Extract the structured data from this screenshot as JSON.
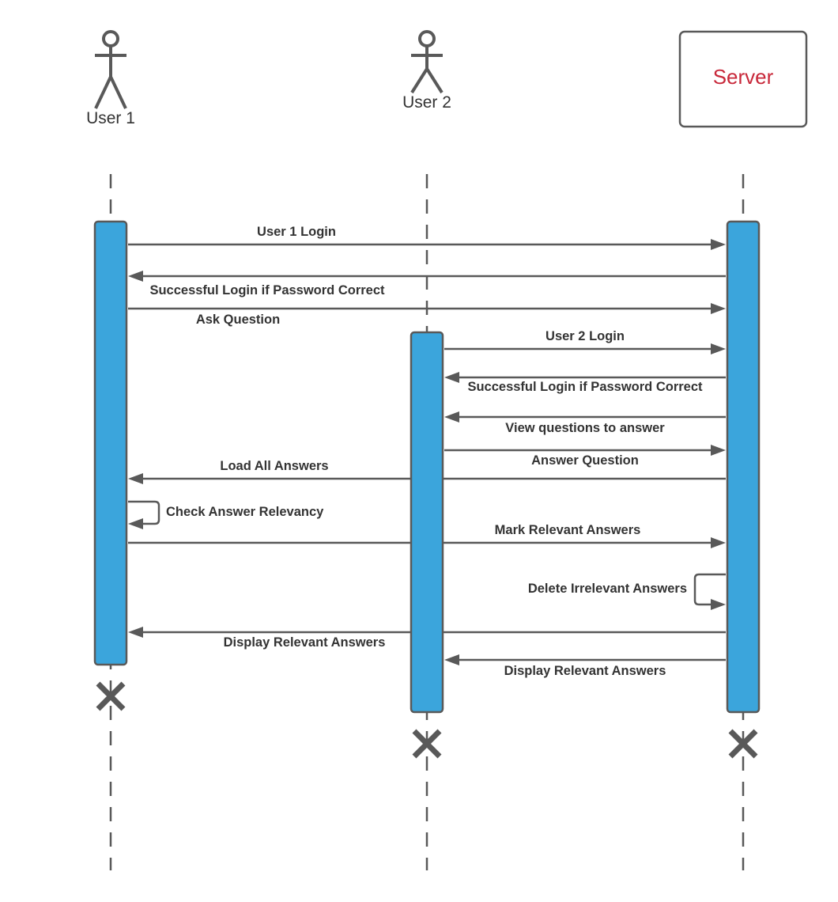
{
  "participants": {
    "user1": {
      "label": "User 1"
    },
    "user2": {
      "label": "User 2"
    },
    "server": {
      "label": "Server"
    }
  },
  "colors": {
    "activation_fill": "#3ba5dc",
    "line": "#595959",
    "server_text": "#c8283a",
    "text": "#333333"
  },
  "messages": [
    {
      "id": "m1",
      "label": "User 1 Login",
      "from": "user1",
      "to": "server"
    },
    {
      "id": "m2",
      "label": "Successful Login if Password Correct",
      "from": "server",
      "to": "user1"
    },
    {
      "id": "m3",
      "label": "Ask Question",
      "from": "user1",
      "to": "server"
    },
    {
      "id": "m4",
      "label": "User 2 Login",
      "from": "user2",
      "to": "server"
    },
    {
      "id": "m5",
      "label": "Successful Login if Password Correct",
      "from": "server",
      "to": "user2"
    },
    {
      "id": "m6",
      "label": "View questions to answer",
      "from": "server",
      "to": "user2"
    },
    {
      "id": "m7",
      "label": "Answer Question",
      "from": "user2",
      "to": "server"
    },
    {
      "id": "m8",
      "label": "Load All Answers",
      "from": "server",
      "to": "user1"
    },
    {
      "id": "m9",
      "label": "Check Answer Relevancy",
      "from": "user1",
      "to": "user1"
    },
    {
      "id": "m10",
      "label": "Mark Relevant Answers",
      "from": "user1",
      "to": "server"
    },
    {
      "id": "m11",
      "label": "Delete Irrelevant Answers",
      "from": "server",
      "to": "server"
    },
    {
      "id": "m12",
      "label": "Display Relevant Answers",
      "from": "server",
      "to": "user1"
    },
    {
      "id": "m13",
      "label": "Display Relevant Answers",
      "from": "server",
      "to": "user2"
    }
  ]
}
